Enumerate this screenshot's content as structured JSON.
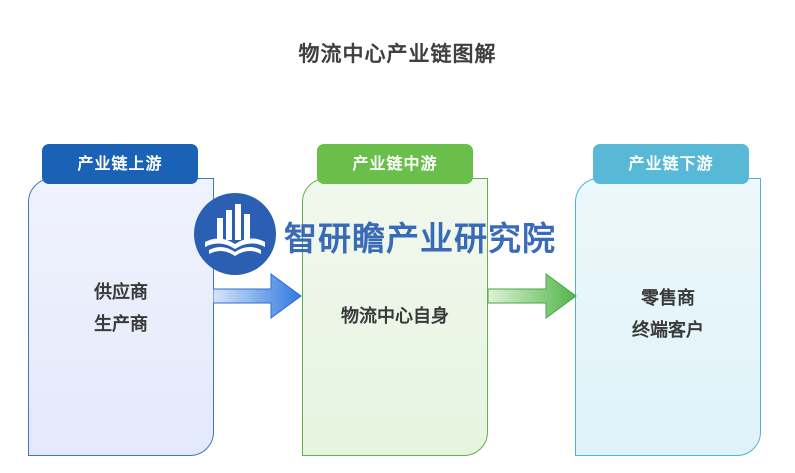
{
  "title": "物流中心产业链图解",
  "colors": {
    "upstream": "#1962b5",
    "midstream": "#6abf4b",
    "downstream": "#58b9d6",
    "watermark": "#2a5fb3"
  },
  "stages": {
    "upstream": {
      "label": "产业链上游",
      "items": [
        "供应商",
        "生产商"
      ]
    },
    "midstream": {
      "label": "产业链中游",
      "items": [
        "物流中心自身"
      ]
    },
    "downstream": {
      "label": "产业链下游",
      "items": [
        "零售商",
        "终端客户"
      ]
    }
  },
  "watermark": {
    "text": "智研瞻产业研究院",
    "icon": "city-book-logo-icon"
  }
}
